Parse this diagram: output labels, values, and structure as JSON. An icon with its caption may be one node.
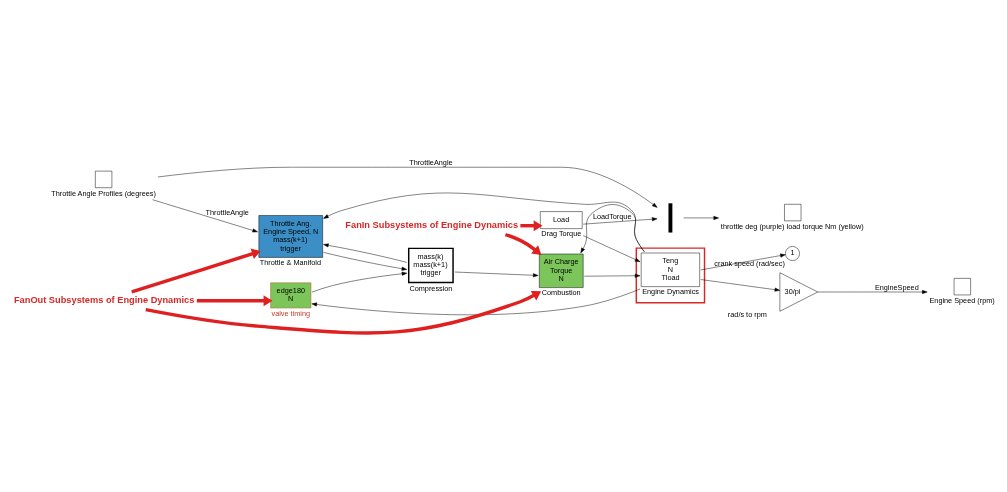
{
  "diagram": {
    "nodes": [
      {
        "text": [],
        "shape": "box",
        "beside": [
          "Throttle Angle Profiles (degrees)"
        ]
      },
      {
        "text": [
          "Throttle Ang.",
          "Engine Speed, N",
          "mass(k+1)",
          "trigger"
        ],
        "beside": [
          "Throttle & Manifold"
        ]
      },
      {
        "text": [
          "mass(k)",
          "mass(k+1)",
          "trigger"
        ],
        "beside": [
          "Compression"
        ]
      },
      {
        "text": [
          "edge180",
          "N"
        ],
        "beside": [
          "valve timing"
        ]
      },
      {
        "text": [
          "Air Charge",
          "Torque",
          "N"
        ],
        "beside": [
          "Combustion"
        ]
      },
      {
        "text": [
          "Load"
        ],
        "beside": [
          "Drag Torque"
        ]
      },
      {
        "text": [],
        "shape": "box"
      },
      {
        "text": [
          "Teng",
          "N",
          "Tload"
        ],
        "beside": [
          "Engine Dynamics"
        ],
        "in": 6
      },
      {
        "text": [
          "1"
        ],
        "beside": [
          "crank speed (rad/sec)"
        ]
      },
      {
        "text": [
          "30/pi"
        ],
        "beside": [
          "rad/s to rpm"
        ]
      },
      {
        "text": [],
        "shape": "box",
        "beside": [
          "Engine Speed (rpm)"
        ]
      },
      {
        "text": [],
        "shape": "bar"
      },
      {
        "text": [],
        "shape": "box",
        "beside": [
          "throttle deg (purple) load torque Nm (yellow)"
        ]
      },
      {
        "text": [
          "FanOut Subsystems of Engine Dynamics"
        ]
      },
      {
        "text": [
          "FanIn Subsystems of Engine Dynamics"
        ]
      }
    ],
    "edges": [
      {
        "from": 0,
        "to": 1,
        "arrow": "to",
        "label": "ThrottleAngle"
      },
      {
        "from": 1,
        "to": 2,
        "arrow": "to"
      },
      {
        "from": 2,
        "to": 4,
        "arrow": "to"
      },
      {
        "from": 2,
        "to": 1,
        "arrow": "to"
      },
      {
        "from": 3,
        "to": 2,
        "arrow": "to"
      },
      {
        "from": 4,
        "to": 7,
        "arrow": "to"
      },
      {
        "from": 5,
        "to": 7,
        "arrow": "to"
      },
      {
        "from": 7,
        "to": 3,
        "arrow": "to"
      },
      {
        "from": 7,
        "to": 8,
        "arrow": "to"
      },
      {
        "from": 7,
        "to": 9,
        "arrow": "to"
      },
      {
        "from": 7,
        "to": 4,
        "arrow": "to"
      },
      {
        "from": 7,
        "to": 1,
        "arrow": "to"
      },
      {
        "from": 9,
        "to": 10,
        "arrow": "to",
        "label": "EngineSpeed"
      },
      {
        "from": 5,
        "to": 11,
        "arrow": "to",
        "label": "LoadTorque"
      },
      {
        "from": 0,
        "to": 11,
        "arrow": "to",
        "label": "ThrottleAngle"
      },
      {
        "from": 11,
        "to": 12,
        "arrow": "to"
      },
      {
        "from": 13,
        "to": 3,
        "arrow": "to",
        "style": "thick",
        "color": "#e02020"
      },
      {
        "from": 13,
        "to": 1,
        "arrow": "to",
        "style": "thick",
        "color": "#e02020"
      },
      {
        "from": 13,
        "to": 4,
        "arrow": "to",
        "style": "thick",
        "color": "#e02020"
      },
      {
        "from": 14,
        "to": 4,
        "arrow": "to",
        "style": "thick",
        "color": "#e02020"
      },
      {
        "from": 14,
        "to": 5,
        "arrow": "to",
        "style": "thick",
        "color": "#e02020"
      }
    ]
  }
}
